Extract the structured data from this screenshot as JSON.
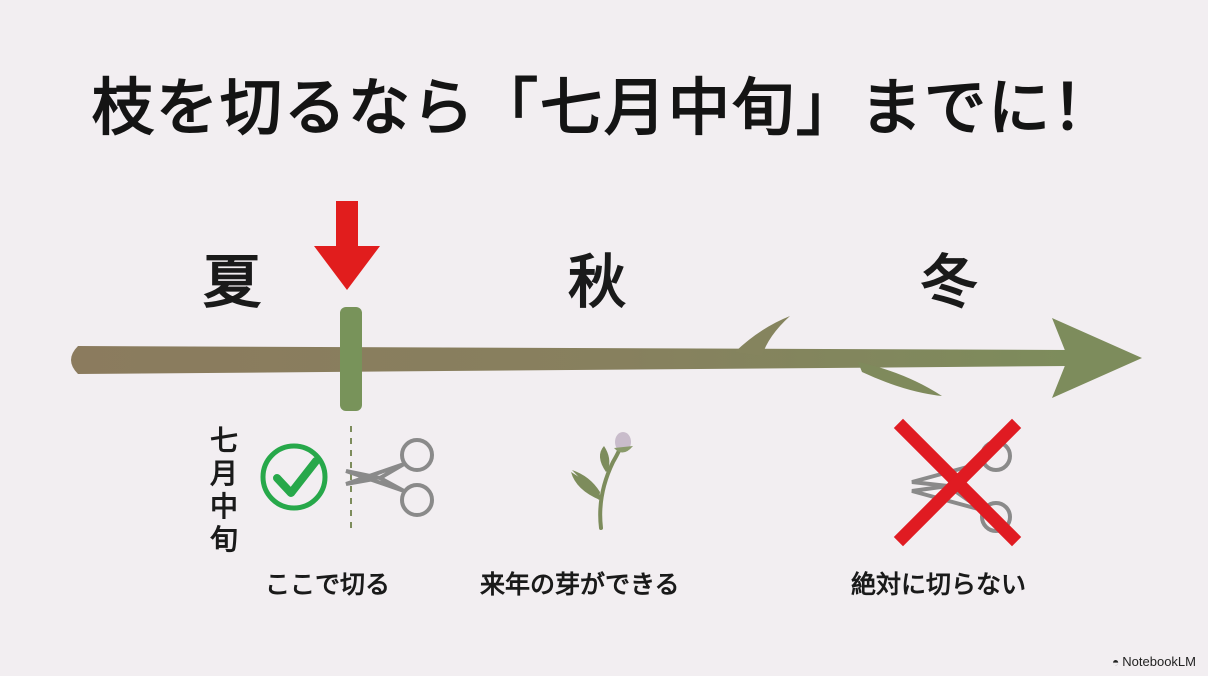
{
  "title": "枝を切るなら「七月中旬」までに！",
  "seasons": {
    "summer": "夏",
    "autumn": "秋",
    "winter": "冬"
  },
  "cut_point": {
    "label_chars": [
      "七",
      "月",
      "中",
      "旬"
    ]
  },
  "captions": {
    "cut_here": "ここで切る",
    "next_year_bud": "来年の芽ができる",
    "never_cut": "絶対に切らない"
  },
  "colors": {
    "background": "#f2eef1",
    "branch_brown": "#8b7d5e",
    "branch_green": "#7d8c5c",
    "marker_green": "#78935a",
    "arrow_red": "#e11d1d",
    "check_green": "#27a84a",
    "cross_red": "#e01b22",
    "scissors_gray": "#8a8a8a"
  },
  "icons": [
    "down-arrow-icon",
    "check-icon",
    "scissors-icon",
    "sprout-icon",
    "cross-icon"
  ],
  "brand": "NotebookLM"
}
